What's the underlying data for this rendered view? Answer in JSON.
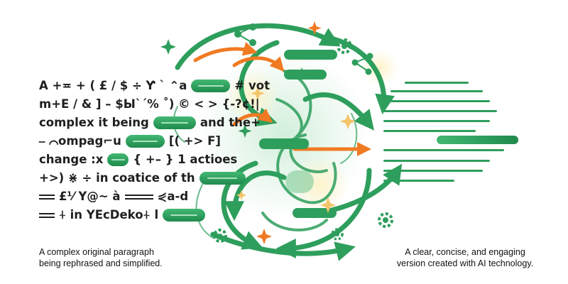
{
  "left_text": {
    "lines": [
      {
        "pre": "A +≖ + ( £ / $ ÷ Ƴ ` ⌃a",
        "post": "# vot",
        "pill": true
      },
      {
        "pre": "m+E / & ] – $Ы`´% ˚) © < > {-?¢!|",
        "post": "",
        "pill": false
      },
      {
        "pre": "complex it being",
        "post": "and the+",
        "pill": true
      },
      {
        "pre": "⎯ ⌒ompag⌐u",
        "post": "[( +> F]",
        "pill": true
      },
      {
        "pre": "change :x",
        "post": "{ +– } 1 actioes",
        "pill": true
      },
      {
        "pre": "+>) ⋇ ÷ in coatice of th",
        "post": "",
        "pill": true
      },
      {
        "pre": "£⅟ Y@~ à",
        "post": "⋞a-d",
        "pill": false
      },
      {
        "pre": "⍭ in YEcDeko⍭",
        "post": "l",
        "pill": true
      }
    ]
  },
  "captions": {
    "left": [
      "A complex original paragraph",
      "being rephrased and simplified."
    ],
    "right": [
      "A clear, concise, and engaging",
      "version created with AI technology."
    ]
  },
  "colors": {
    "green": "#2e9e5c",
    "green_dark": "#1f8a4c",
    "orange": "#f07a22",
    "sparkle": "#f3c46a"
  },
  "icons": [
    "gear-icon",
    "share-node-icon",
    "sparkle-icon",
    "arrow-icon"
  ]
}
